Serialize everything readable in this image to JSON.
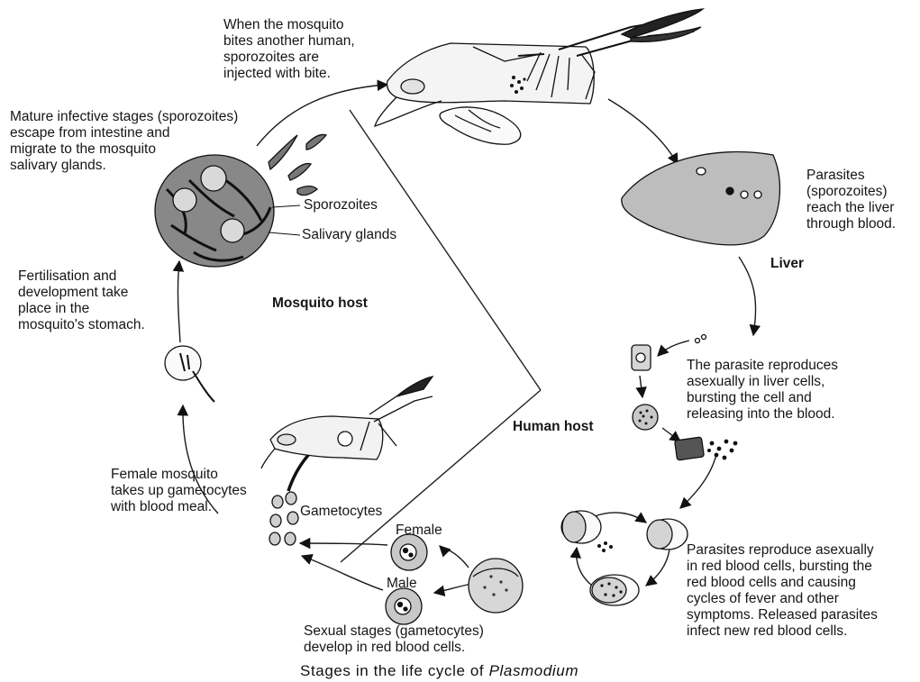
{
  "labels": {
    "bite_injection": "When the mosquito\nbites another human,\nsporozoites are\ninjected with bite.",
    "mature_stages": "Mature infective stages (sporozoites)\nescape from intestine and\nmigrate to the mosquito\nsalivary glands.",
    "sporozoites": "Sporozoites",
    "salivary_glands": "Salivary glands",
    "fertilisation": "Fertilisation and\ndevelopment take\nplace in the\nmosquito's stomach.",
    "mosquito_host": "Mosquito host",
    "human_host": "Human host",
    "reach_liver": "Parasites\n(sporozoites)\nreach the liver\nthrough blood.",
    "liver": "Liver",
    "liver_reproduce": "The parasite reproduces\nasexually in liver cells,\nbursting the cell and\nreleasing into the blood.",
    "rbc_reproduce": "Parasites reproduce asexually\nin red blood cells, bursting the\nred blood cells and causing\ncycles of fever and other\nsymptoms. Released parasites\ninfect new red blood cells.",
    "female_mosquito": "Female mosquito\ntakes up gametocytes\nwith blood meal.",
    "gametocytes": "Gametocytes",
    "female": "Female",
    "male": "Male",
    "sexual_stages": "Sexual stages (gametocytes)\ndevelop in red blood cells."
  },
  "caption": {
    "prefix": "Stages in the life cycle of ",
    "organism": "Plasmodium"
  }
}
